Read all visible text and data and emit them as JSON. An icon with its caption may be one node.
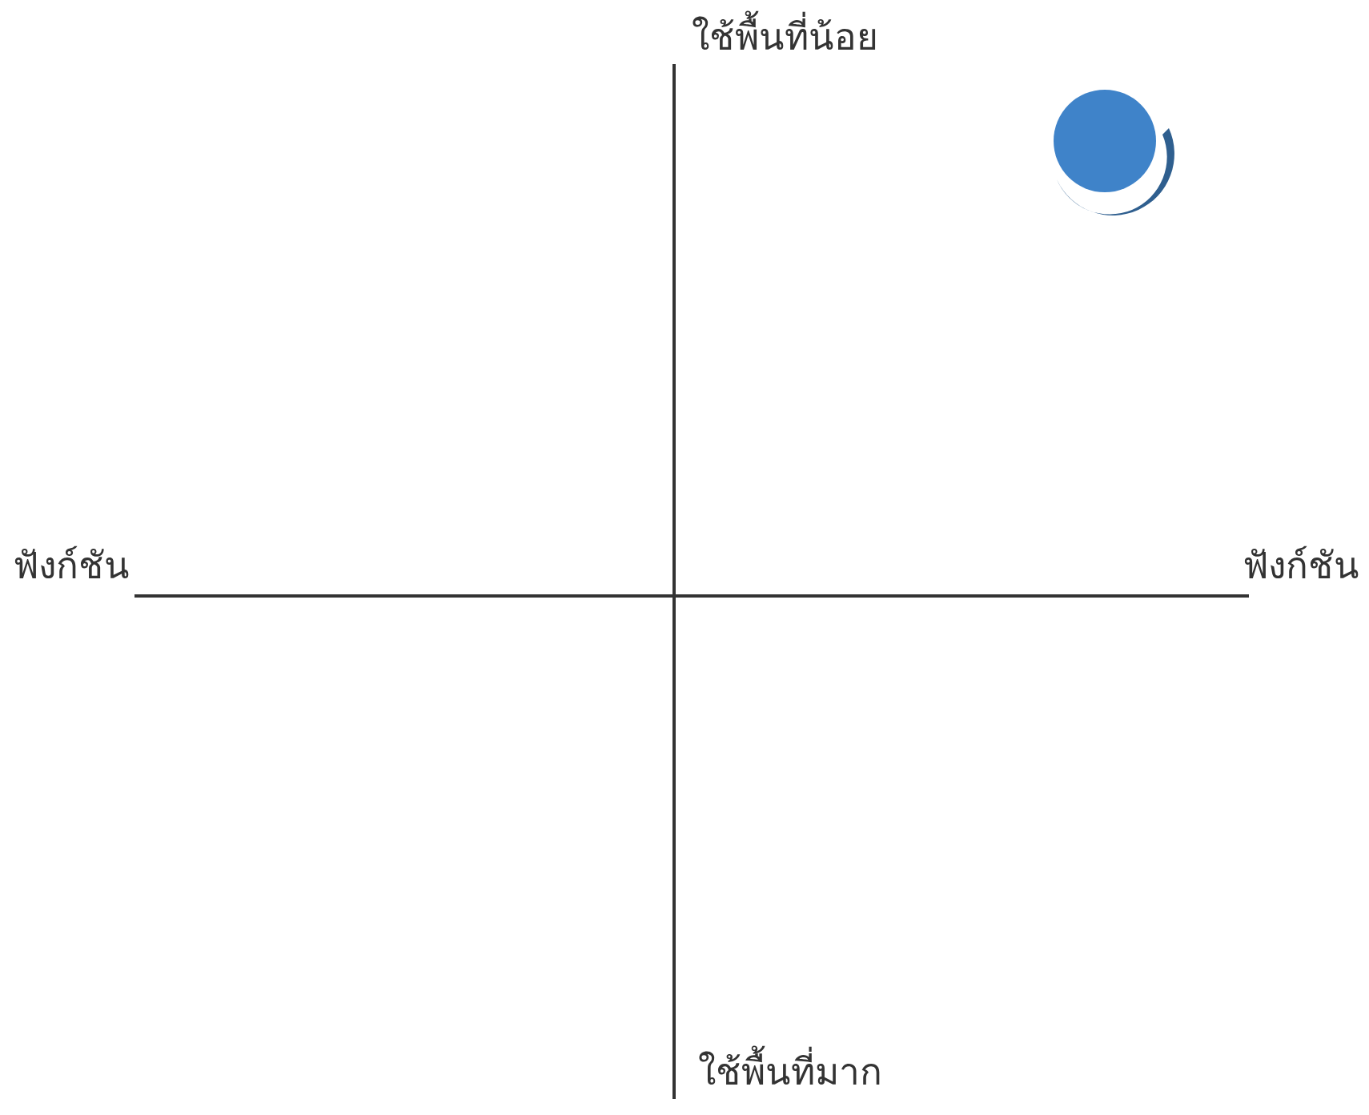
{
  "diagram": {
    "labels": [
      "ใช้พื้นที่น้อย",
      "ฟังก์ชัน",
      "ฟังก์ชัน",
      "ใช้พื้นที่มาก"
    ]
  }
}
